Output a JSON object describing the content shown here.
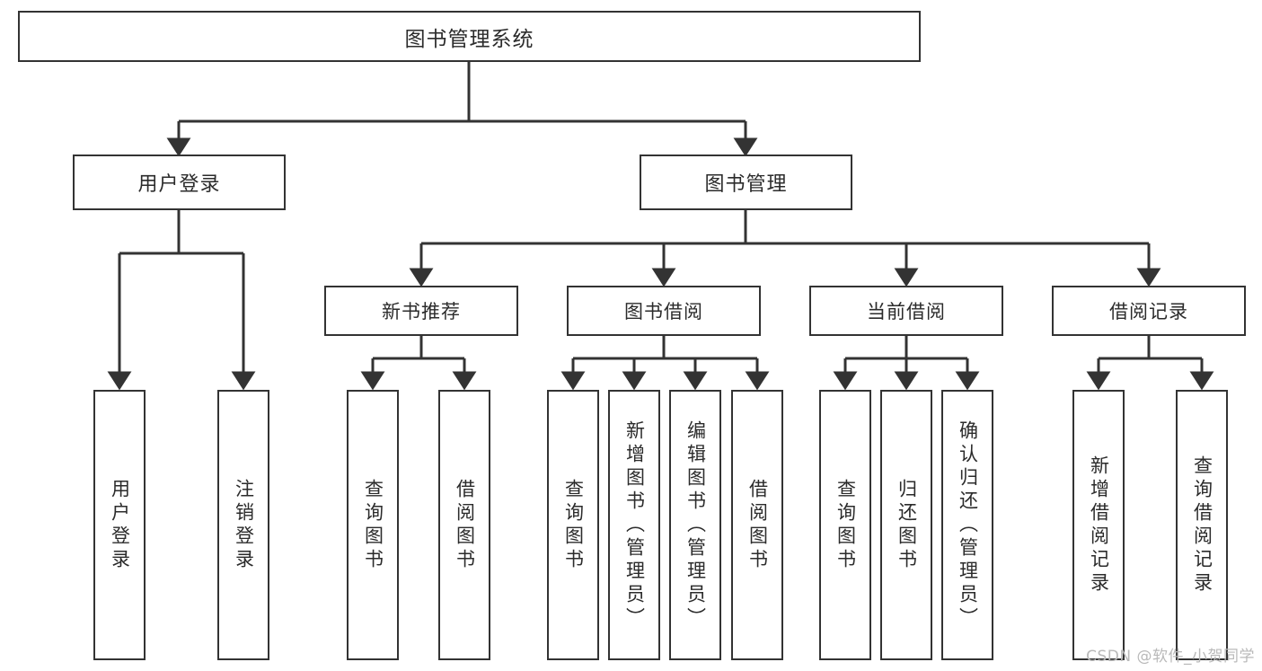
{
  "diagram": {
    "title": "图书管理系统",
    "type": "tree-hierarchy-diagram",
    "colors": {
      "background": "#ffffff",
      "node_border": "#333333",
      "node_fill": "#ffffff",
      "connector": "#333333",
      "text": "#2b2b2b",
      "watermark": "#b9b9b9"
    },
    "root": {
      "label": "图书管理系统"
    },
    "level2": [
      {
        "label": "用户登录"
      },
      {
        "label": "图书管理"
      }
    ],
    "level3": [
      {
        "label": "新书推荐"
      },
      {
        "label": "图书借阅"
      },
      {
        "label": "当前借阅"
      },
      {
        "label": "借阅记录"
      }
    ],
    "leaves": [
      {
        "label": "用户登录",
        "parent": "用户登录"
      },
      {
        "label": "注销登录",
        "parent": "用户登录"
      },
      {
        "label": "查询图书",
        "parent": "新书推荐"
      },
      {
        "label": "借阅图书",
        "parent": "新书推荐"
      },
      {
        "label": "查询图书",
        "parent": "图书借阅"
      },
      {
        "label": "新增图书（管理员）",
        "parent": "图书借阅"
      },
      {
        "label": "编辑图书（管理员）",
        "parent": "图书借阅"
      },
      {
        "label": "借阅图书",
        "parent": "图书借阅"
      },
      {
        "label": "查询图书",
        "parent": "当前借阅"
      },
      {
        "label": "归还图书",
        "parent": "当前借阅"
      },
      {
        "label": "确认归还（管理员）",
        "parent": "当前借阅"
      },
      {
        "label": "新增借阅记录",
        "parent": "借阅记录"
      },
      {
        "label": "查询借阅记录",
        "parent": "借阅记录"
      }
    ],
    "watermark": "CSDN @软件_小贺同学"
  }
}
